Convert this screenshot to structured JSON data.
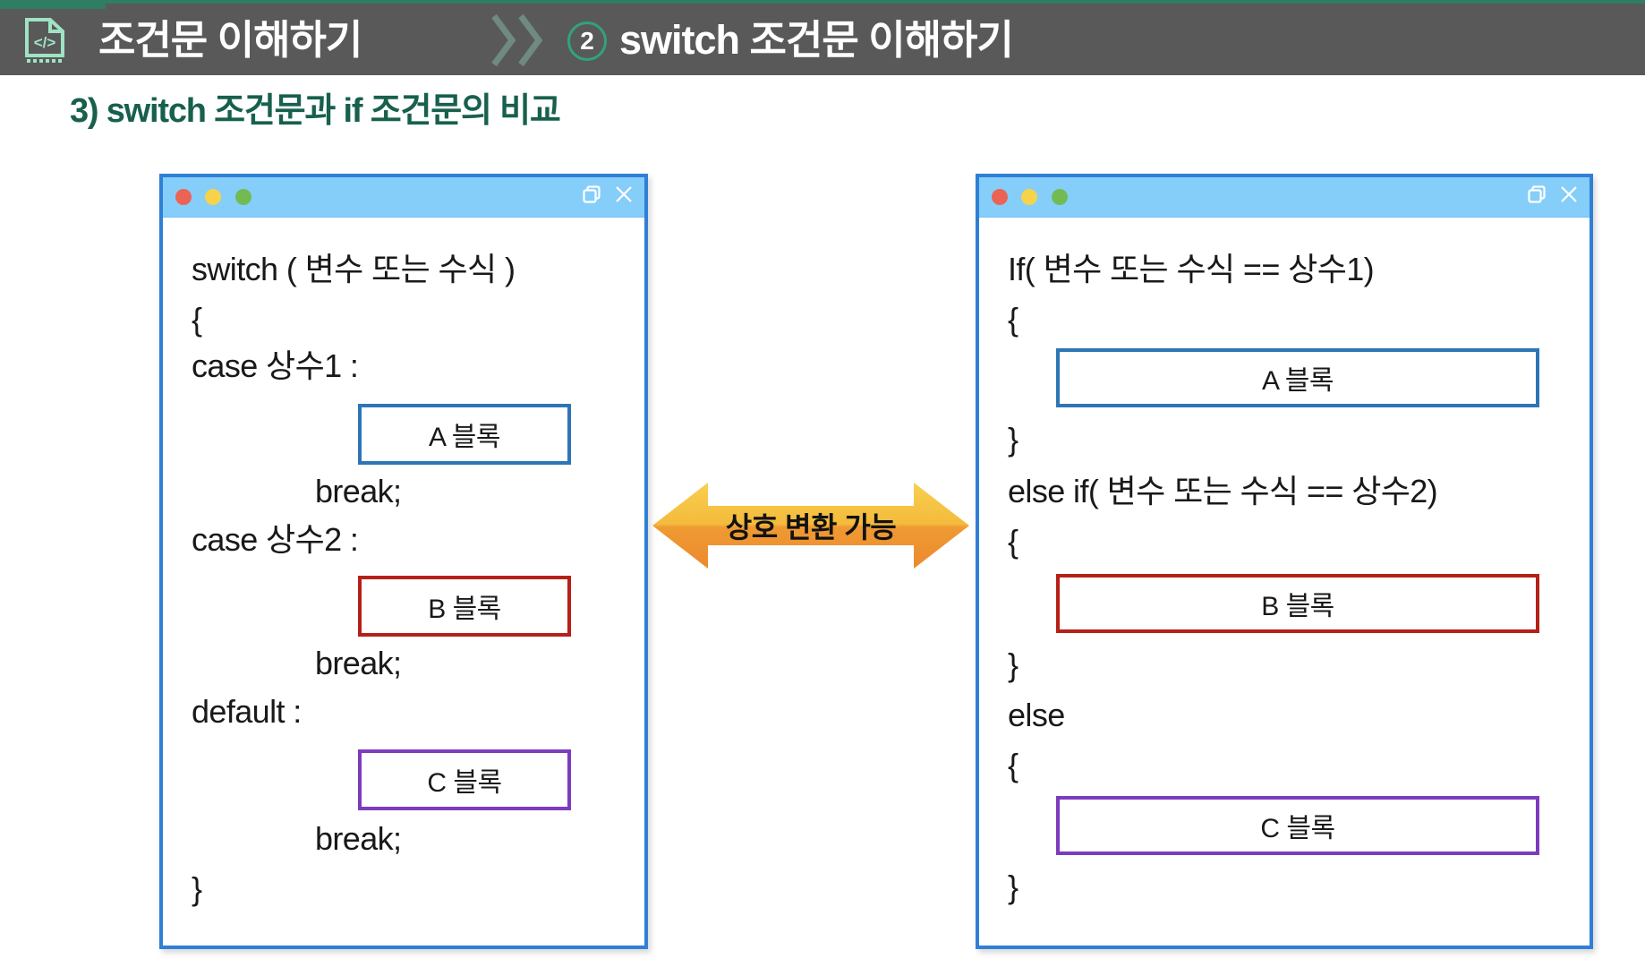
{
  "header": {
    "file_code_icon": "file-code-icon",
    "title_primary": "조건문 이해하기",
    "step_badge": "2",
    "title_secondary": "switch 조건문 이해하기",
    "bar_color": "#595959",
    "accent_green": "#2f7d62"
  },
  "subtitle": {
    "text": "3) switch 조건문과 if 조건문의 비교",
    "color": "#17604d"
  },
  "arrow": {
    "label": "상호 변환 가능",
    "color_light": "#f5c242",
    "color_dark": "#ef8f33",
    "direction": "double"
  },
  "windows": [
    {
      "id": "switch-window",
      "titlebar_color": "#85cefa",
      "border_color": "#2f7fd6",
      "dots": [
        "red",
        "yellow",
        "green"
      ],
      "controls": [
        "restore-icon",
        "close-icon"
      ],
      "lines": [
        {
          "text": "switch ( 변수 또는 수식 )",
          "indent": 0
        },
        {
          "text": "{",
          "indent": 0
        },
        {
          "text": "case 상수1 :",
          "indent": 0
        },
        {
          "text": "break;",
          "indent": 1
        },
        {
          "text": "case 상수2 :",
          "indent": 0
        },
        {
          "text": "break;",
          "indent": 1
        },
        {
          "text": "default :",
          "indent": 0
        },
        {
          "text": "break;",
          "indent": 1
        },
        {
          "text": "}",
          "indent": 0
        }
      ],
      "blocks": [
        {
          "label": "A 블록",
          "color": "#2e75b6"
        },
        {
          "label": "B 블록",
          "color": "#b52018"
        },
        {
          "label": "C 블록",
          "color": "#7d3bbd"
        }
      ]
    },
    {
      "id": "if-window",
      "titlebar_color": "#85cefa",
      "border_color": "#2f7fd6",
      "dots": [
        "red",
        "yellow",
        "green"
      ],
      "controls": [
        "restore-icon",
        "close-icon"
      ],
      "lines": [
        {
          "text": "If( 변수 또는 수식 == 상수1)",
          "indent": 0
        },
        {
          "text": "{",
          "indent": 0
        },
        {
          "text": "}",
          "indent": 0
        },
        {
          "text": "else if( 변수 또는 수식 == 상수2)",
          "indent": 0
        },
        {
          "text": "{",
          "indent": 0
        },
        {
          "text": "}",
          "indent": 0
        },
        {
          "text": "else",
          "indent": 0
        },
        {
          "text": "{",
          "indent": 0
        },
        {
          "text": "}",
          "indent": 0
        }
      ],
      "blocks": [
        {
          "label": "A 블록",
          "color": "#2e75b6"
        },
        {
          "label": "B 블록",
          "color": "#b52018"
        },
        {
          "label": "C 블록",
          "color": "#7d3bbd"
        }
      ]
    }
  ]
}
